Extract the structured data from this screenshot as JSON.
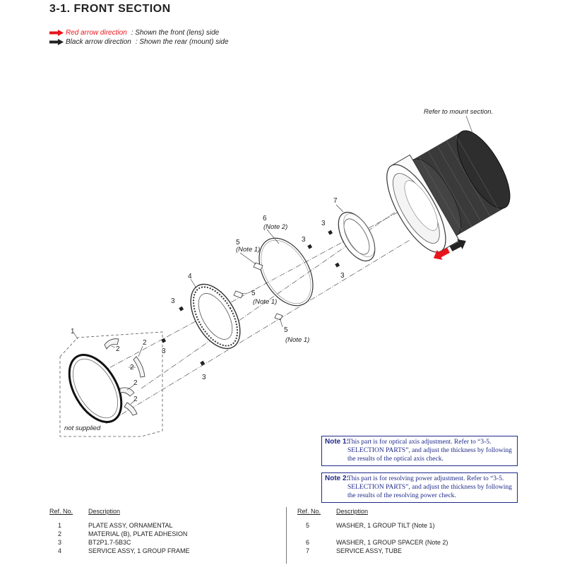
{
  "heading": "3-1.  FRONT  SECTION",
  "legend": {
    "red_label": "Red arrow direction",
    "red_desc": ": Shown the front (lens) side",
    "black_label": "Black arrow direction",
    "black_desc": ": Shown the rear (mount) side",
    "colors": {
      "red": "#e8141b",
      "black": "#222222"
    }
  },
  "diagram": {
    "refer_note": "Refer to mount section.",
    "not_supplied": "not supplied",
    "callouts": {
      "c1": "1",
      "c2a": "2",
      "c2b": "2",
      "c2c": "2",
      "c2d": "2",
      "c2e": "2",
      "c3a": "3",
      "c3b": "3",
      "c3c": "3",
      "c3d": "3",
      "c3e": "3",
      "c3f": "3",
      "c4": "4",
      "c5a": "5",
      "c5b": "5",
      "c5c": "5",
      "c6": "6",
      "c7": "7",
      "n1a": "(Note 1)",
      "n1b": "(Note 1)",
      "n1c": "(Note 1)",
      "n2": "(Note 2)"
    }
  },
  "notes": [
    {
      "label": "Note 1:",
      "text": "This part is for optical axis adjustment. Refer to “3-5. SELECTION PARTS”, and adjust the thickness by following the results of the optical axis check."
    },
    {
      "label": "Note 2:",
      "text": "This part is for resolving power adjustment. Refer to “3-5. SELECTION PARTS”, and adjust the thickness by following the results of the resolving power check."
    }
  ],
  "parts_table": {
    "ref_header": "Ref. No.",
    "desc_header": "Description",
    "left": [
      {
        "ref": "1",
        "desc": "PLATE ASSY, ORNAMENTAL"
      },
      {
        "ref": "2",
        "desc": "MATERIAL (B), PLATE ADHESION"
      },
      {
        "ref": "3",
        "desc": "BT2P1.7-5B3C"
      },
      {
        "ref": "4",
        "desc": "SERVICE ASSY, 1 GROUP FRAME"
      }
    ],
    "right": [
      {
        "ref": "5",
        "desc": "WASHER, 1 GROUP TILT (Note 1)"
      },
      {
        "ref": "6",
        "desc": "WASHER, 1 GROUP SPACER (Note 2)"
      },
      {
        "ref": "7",
        "desc": "SERVICE ASSY, TUBE"
      }
    ]
  }
}
